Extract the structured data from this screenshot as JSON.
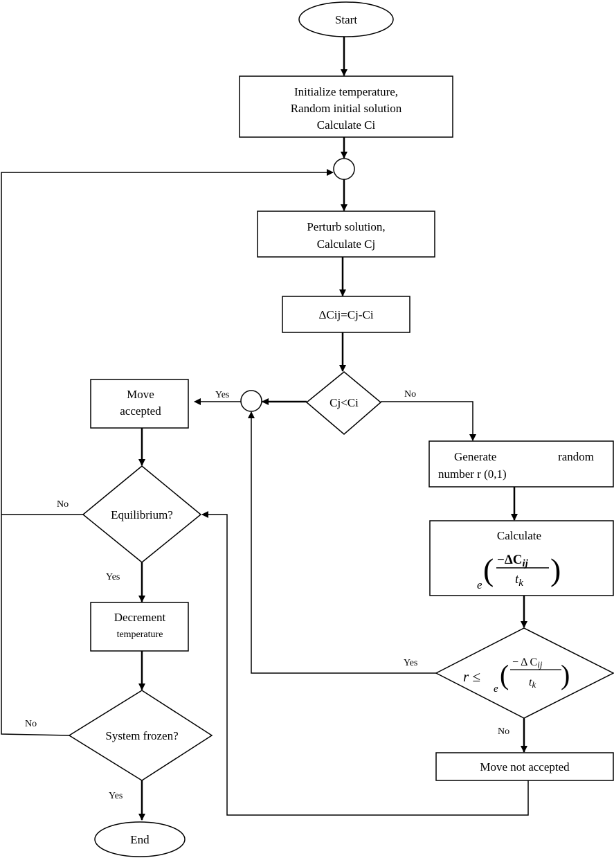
{
  "start": {
    "label": "Start"
  },
  "init": {
    "lines": [
      "Initialize temperature,",
      "Random initial solution",
      "Calculate Ci"
    ]
  },
  "perturb": {
    "lines": [
      "Perturb solution,",
      "Calculate Cj"
    ]
  },
  "delta": {
    "label": "ΔCij=Cj-Ci"
  },
  "compare": {
    "label": "Cj<Ci",
    "yes": "Yes",
    "no": "No"
  },
  "accepted": {
    "lines": [
      "Move",
      "accepted"
    ]
  },
  "equilibrium": {
    "label": "Equilibrium?",
    "yes": "Yes",
    "no": "No"
  },
  "decrement": {
    "lines": [
      "Decrement",
      "temperature"
    ]
  },
  "frozen": {
    "label": "System frozen?",
    "yes": "Yes",
    "no": "No"
  },
  "end": {
    "label": "End"
  },
  "generate": {
    "line1_left": "Generate",
    "line1_right": "random",
    "line2": "number r (0,1)"
  },
  "calculate": {
    "label": "Calculate",
    "base": "e",
    "numerator": "−ΔC",
    "num_sub": "ij",
    "denominator": "t",
    "den_sub": "k"
  },
  "test": {
    "lhs": "r ≤",
    "base": "e",
    "numerator": "− Δ C",
    "num_sub": "ij",
    "denominator": "t",
    "den_sub": "k",
    "yes": "Yes",
    "no": "No"
  },
  "not_accepted": {
    "label": "Move not accepted"
  }
}
